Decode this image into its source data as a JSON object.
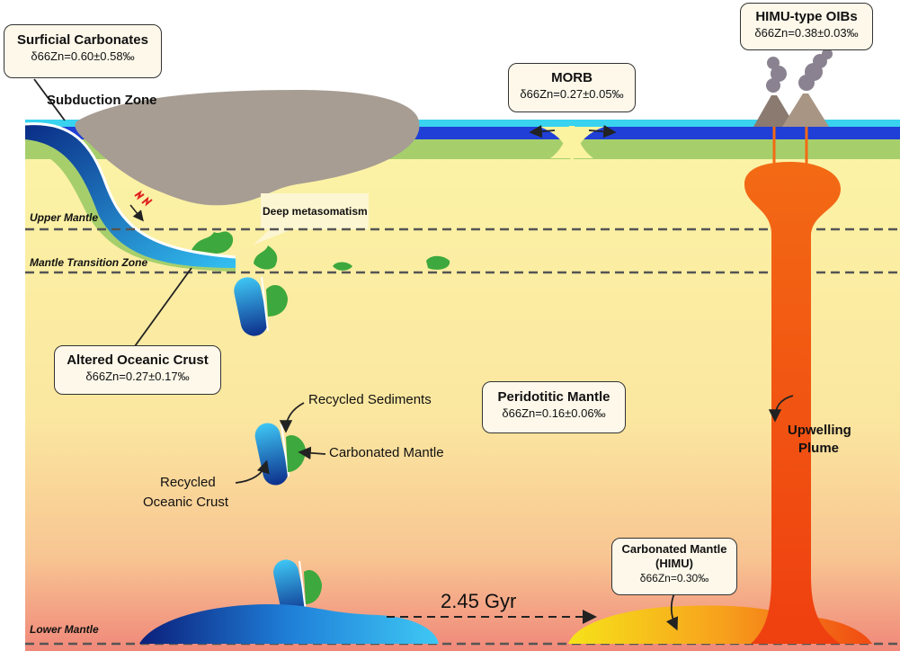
{
  "boxes": {
    "surficial": {
      "title": "Surficial Carbonates",
      "value": "δ66Zn=0.60±0.58‰"
    },
    "morb": {
      "title": "MORB",
      "value": "δ66Zn=0.27±0.05‰"
    },
    "himu_oib": {
      "title": "HIMU-type OIBs",
      "value": "δ66Zn=0.38±0.03‰"
    },
    "altered": {
      "title": "Altered Oceanic Crust",
      "value": "δ66Zn=0.27±0.17‰"
    },
    "peridotitic": {
      "title": "Peridotitic Mantle",
      "value": "δ66Zn=0.16±0.06‰"
    },
    "carb_himu": {
      "title": "Carbonated Mantle",
      "title2": "(HIMU)",
      "value": "δ66Zn=0.30‰"
    }
  },
  "labels": {
    "subduction_zone": "Subduction Zone",
    "deep_metasomatism": "Deep metasomatism",
    "upper_mantle": "Upper Mantle",
    "transition_zone": "Mantle Transition Zone",
    "lower_mantle": "Lower Mantle",
    "recycled_sediments": "Recycled Sediments",
    "carbonated_mantle": "Carbonated Mantle",
    "recycled_crust_1": "Recycled",
    "recycled_crust_2": "Oceanic Crust",
    "upwelling_1": "Upwelling",
    "upwelling_2": "Plume",
    "time": "2.45 Gyr"
  },
  "colors": {
    "ocean": "#39d3f0",
    "crust": "#1f3fd6",
    "lithosphere": "#a6cf6c",
    "continent": "#a79d93",
    "slab_dark": "#0b2f8a",
    "slab_light": "#29b6f0",
    "carbonated": "#3da83d",
    "plume": "#f04a12",
    "upper_mantle": "#fbf3a0",
    "lower_mantle": "#f29a86"
  }
}
